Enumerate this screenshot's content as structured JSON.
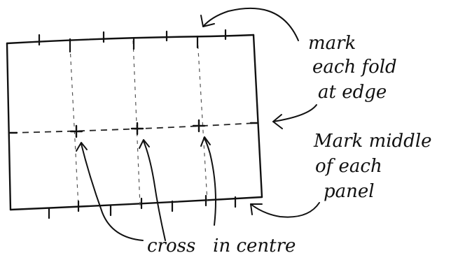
{
  "annotations": {
    "fold_note": [
      "mark",
      "each fold",
      "at edge"
    ],
    "middle_note": [
      "Mark middle",
      "of each",
      "panel"
    ],
    "centre_note": "cross   in centre"
  },
  "colors": {
    "ink": "#111111",
    "paper": "#ffffff",
    "pencil": "#555555"
  },
  "icons": [
    "cross-mark-icon",
    "arrow-icon",
    "tick-mark-icon"
  ]
}
